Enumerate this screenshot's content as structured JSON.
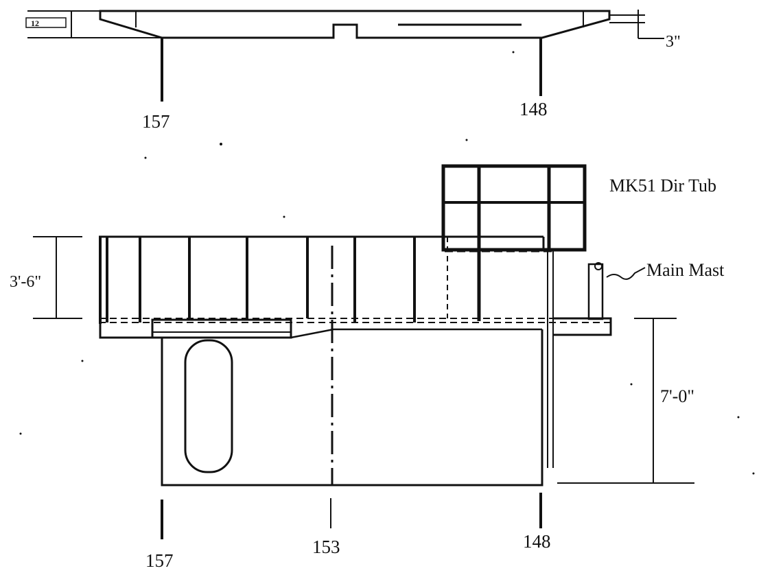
{
  "top_view": {
    "height_dim": "12",
    "offset_dim": "3\"",
    "frame_left": "157",
    "frame_right": "148"
  },
  "side_view": {
    "director_label": "MK51 Dir Tub",
    "mast_label": "Main Mast",
    "bulwark_height": "3'-6\"",
    "deck_height": "7'-0\"",
    "frame_left": "157",
    "frame_center": "153",
    "frame_right": "148"
  }
}
